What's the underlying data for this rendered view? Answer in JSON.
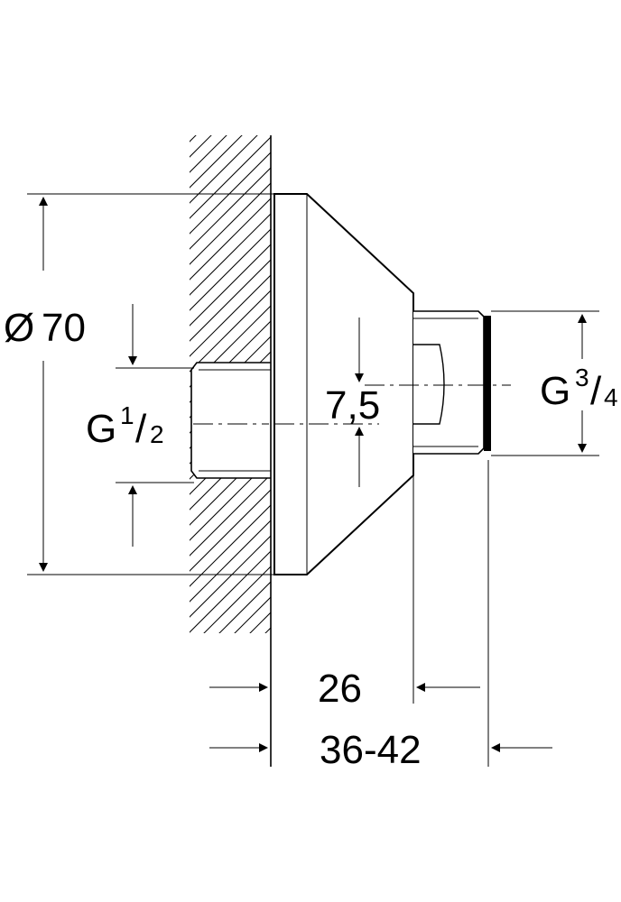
{
  "labels": {
    "diameter_symbol": "Ø",
    "diameter_value": "70",
    "inlet_g": "G",
    "inlet_num": "1",
    "inlet_slash": "/",
    "inlet_den": "2",
    "outlet_g": "G",
    "outlet_num": "3",
    "outlet_slash": "/",
    "outlet_den": "4",
    "offset": "7,5",
    "depth": "26",
    "depth_range": "36-42"
  },
  "colors": {
    "line": "#000000",
    "background": "#ffffff",
    "thread_band": "#000000"
  }
}
